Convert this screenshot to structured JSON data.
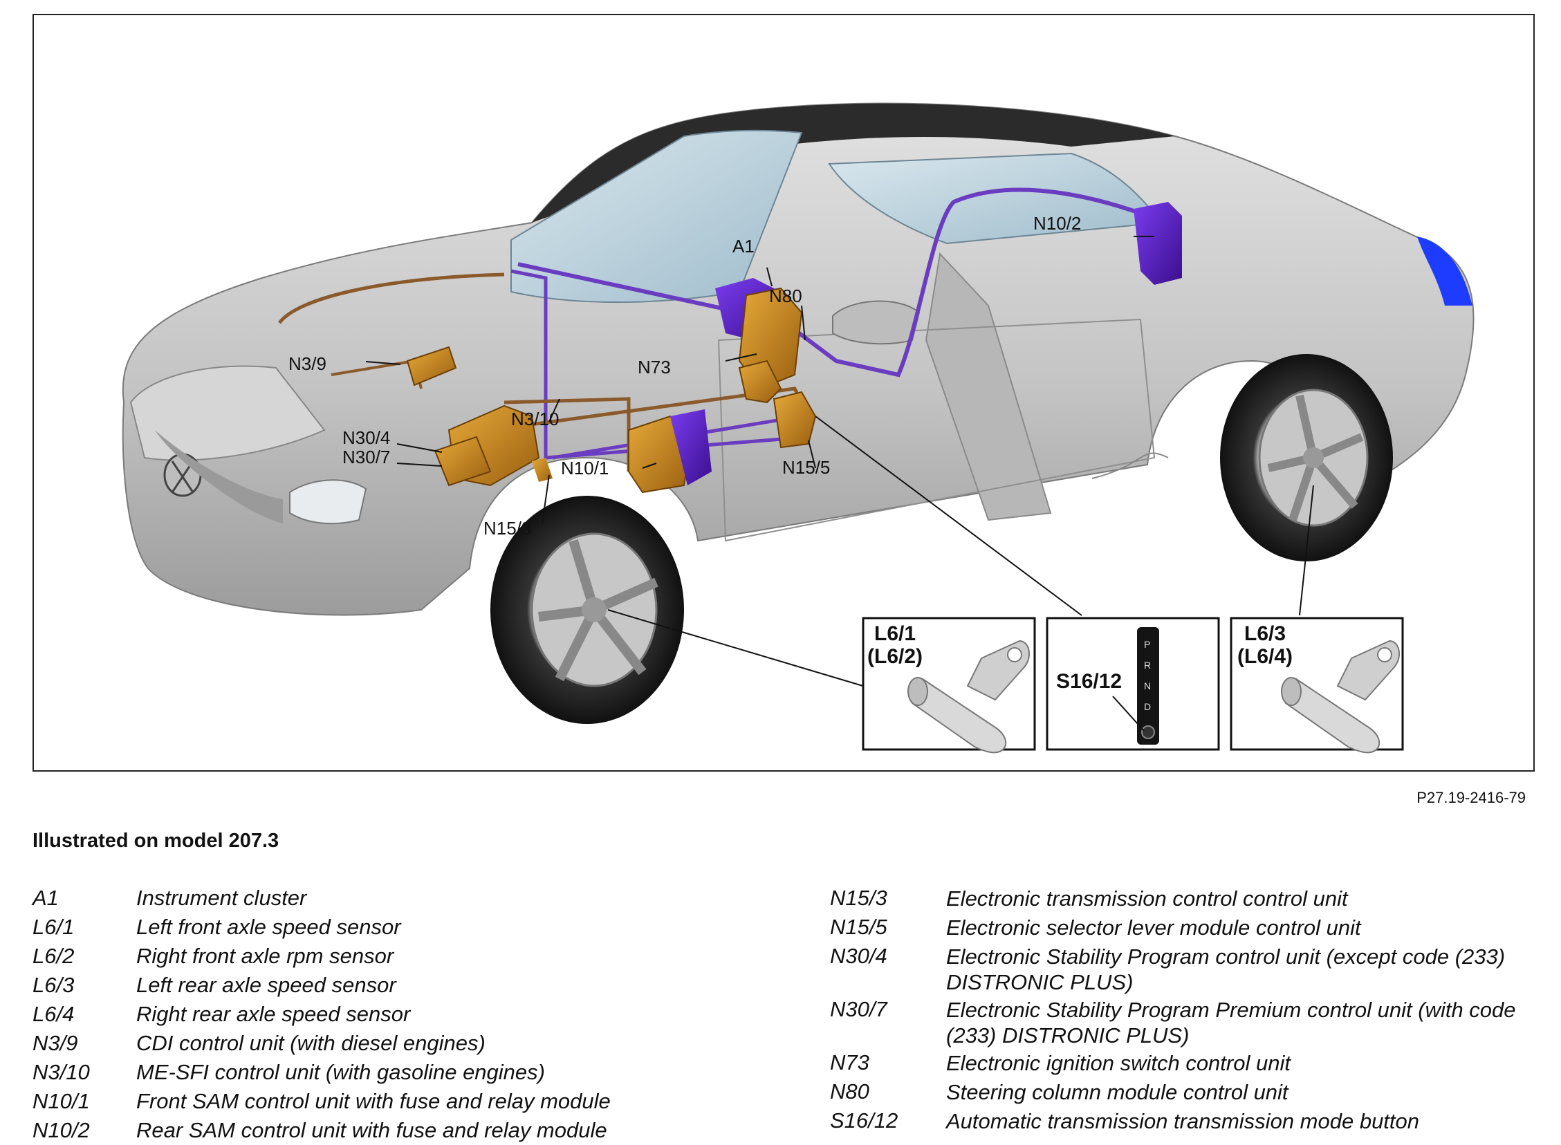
{
  "figure_id": "P27.19-2416-79",
  "model_caption": "Illustrated on model 207.3",
  "callouts": {
    "A1": "A1",
    "N10_2": "N10/2",
    "N80": "N80",
    "N3_9": "N3/9",
    "N73": "N73",
    "N3_10": "N3/10",
    "N30_4": "N30/4",
    "N30_7": "N30/7",
    "N10_1": "N10/1",
    "N15_5": "N15/5",
    "N15_3": "N15/3"
  },
  "insets": {
    "front_sensor": [
      "L6/1",
      "(L6/2)"
    ],
    "selector": "S16/12",
    "selector_gates": [
      "P",
      "R",
      "N",
      "D"
    ],
    "rear_sensor": [
      "L6/3",
      "(L6/4)"
    ]
  },
  "colors": {
    "body": "#c9c9c9",
    "glass": "#bcd3df",
    "roof": "#2b2b2b",
    "unit_orange": "#c98a1e",
    "unit_purple": "#5a1fc8",
    "wire_purple": "#6a3cc0",
    "wire_brown": "#8a5a2b",
    "light_blue": "#1e3cff"
  },
  "legend_left": [
    {
      "code": "A1",
      "desc": "Instrument cluster"
    },
    {
      "code": "L6/1",
      "desc": "Left front axle speed sensor"
    },
    {
      "code": "L6/2",
      "desc": "Right front axle rpm sensor"
    },
    {
      "code": "L6/3",
      "desc": "Left rear axle speed sensor"
    },
    {
      "code": "L6/4",
      "desc": "Right rear axle speed sensor"
    },
    {
      "code": "N3/9",
      "desc": "CDI control unit (with diesel engines)"
    },
    {
      "code": "N3/10",
      "desc": "ME-SFI control unit (with gasoline engines)"
    },
    {
      "code": "N10/1",
      "desc": "Front SAM control unit with fuse and relay module"
    },
    {
      "code": "N10/2",
      "desc": "Rear SAM control unit with fuse and relay module"
    }
  ],
  "legend_right": [
    {
      "code": "N15/3",
      "desc": "Electronic transmission control control unit"
    },
    {
      "code": "N15/5",
      "desc": "Electronic selector lever module control unit"
    },
    {
      "code": "N30/4",
      "desc": "Electronic Stability Program control unit (except code (233) DISTRONIC PLUS)"
    },
    {
      "code": "N30/7",
      "desc": "Electronic Stability Program Premium control unit (with code (233) DISTRONIC PLUS)"
    },
    {
      "code": "N73",
      "desc": "Electronic ignition switch control unit"
    },
    {
      "code": "N80",
      "desc": "Steering column module control unit"
    },
    {
      "code": "S16/12",
      "desc": "Automatic transmission transmission mode button"
    }
  ]
}
